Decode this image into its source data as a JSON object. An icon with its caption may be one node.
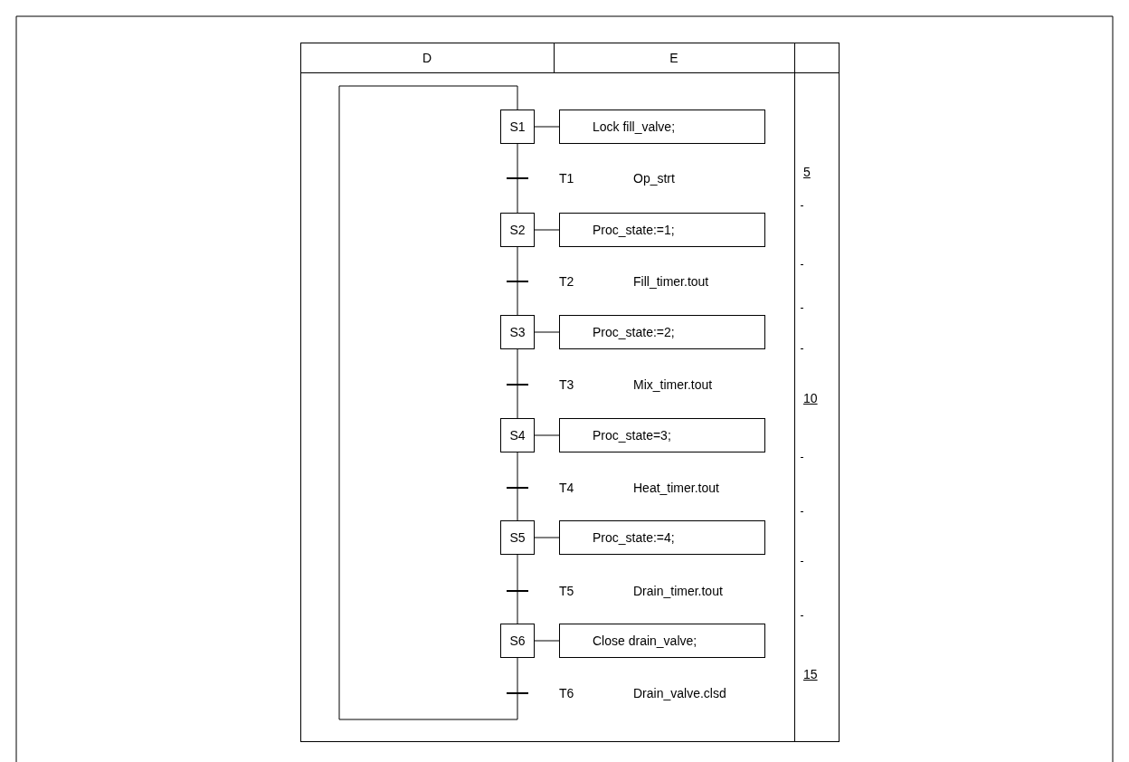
{
  "diagram": {
    "nodes": [
      {
        "text": [
          "S1"
        ]
      },
      {
        "text": [
          "Lock fill_valve;"
        ]
      },
      {
        "text": [],
        "shape": "bar",
        "beside": [
          "T1"
        ]
      },
      {
        "text": [
          "S2"
        ]
      },
      {
        "text": [
          "Proc_state:=1;"
        ]
      },
      {
        "text": [],
        "shape": "bar",
        "beside": [
          "T2"
        ]
      },
      {
        "text": [
          "S3"
        ]
      },
      {
        "text": [
          "Proc_state:=2;"
        ]
      },
      {
        "text": [],
        "shape": "bar",
        "beside": [
          "T3"
        ]
      },
      {
        "text": [
          "S4"
        ]
      },
      {
        "text": [
          "Proc_state=3;"
        ]
      },
      {
        "text": [],
        "shape": "bar",
        "beside": [
          "T4"
        ]
      },
      {
        "text": [
          "S5"
        ]
      },
      {
        "text": [
          "Proc_state:=4;"
        ]
      },
      {
        "text": [],
        "shape": "bar",
        "beside": [
          "T5"
        ]
      },
      {
        "text": [
          "S6"
        ]
      },
      {
        "text": [
          "Close drain_valve;"
        ]
      },
      {
        "text": [],
        "shape": "bar",
        "beside": [
          "T6"
        ]
      }
    ],
    "edges": [
      {
        "from": 0,
        "to": 1,
        "arrow": "none"
      },
      {
        "from": 0,
        "to": 2,
        "arrow": "none"
      },
      {
        "from": 2,
        "to": 3,
        "arrow": "none"
      },
      {
        "from": 3,
        "to": 4,
        "arrow": "none"
      },
      {
        "from": 3,
        "to": 5,
        "arrow": "none"
      },
      {
        "from": 5,
        "to": 6,
        "arrow": "none"
      },
      {
        "from": 6,
        "to": 7,
        "arrow": "none"
      },
      {
        "from": 6,
        "to": 8,
        "arrow": "none"
      },
      {
        "from": 8,
        "to": 9,
        "arrow": "none"
      },
      {
        "from": 9,
        "to": 10,
        "arrow": "none"
      },
      {
        "from": 9,
        "to": 11,
        "arrow": "none"
      },
      {
        "from": 11,
        "to": 12,
        "arrow": "none"
      },
      {
        "from": 12,
        "to": 13,
        "arrow": "none"
      },
      {
        "from": 12,
        "to": 14,
        "arrow": "none"
      },
      {
        "from": 14,
        "to": 15,
        "arrow": "none"
      },
      {
        "from": 15,
        "to": 16,
        "arrow": "none"
      },
      {
        "from": 15,
        "to": 17,
        "arrow": "none"
      },
      {
        "from": 17,
        "to": 0,
        "arrow": "none"
      }
    ],
    "labels": [
      "D",
      "E",
      "5",
      "Op_strt",
      "Fill_timer.tout",
      "Mix_timer.tout",
      "10",
      "Heat_timer.tout",
      "Drain_timer.tout",
      "15",
      "Drain_valve.clsd"
    ]
  }
}
